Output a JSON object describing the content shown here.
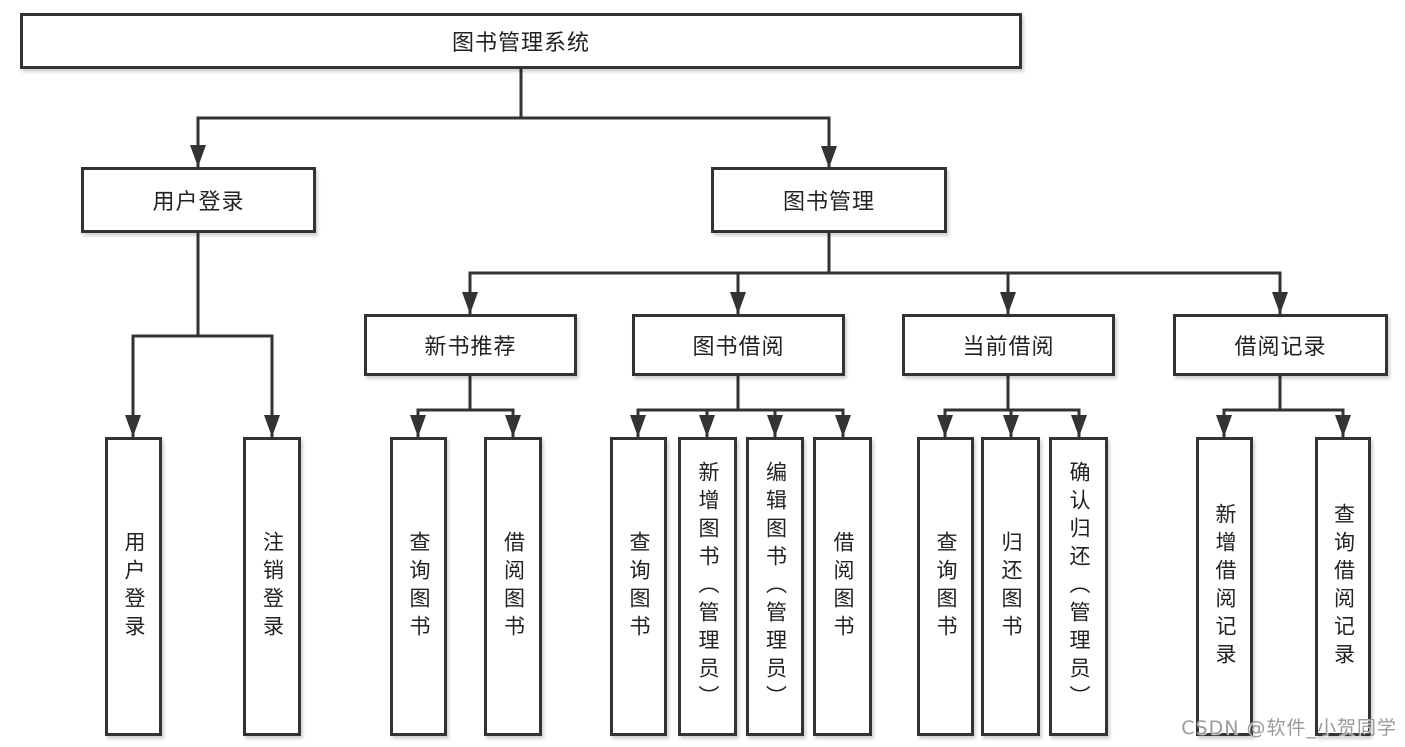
{
  "tree": {
    "root": "图书管理系统",
    "branches": [
      {
        "label": "用户登录",
        "children": [
          "用户登录",
          "注销登录"
        ]
      },
      {
        "label": "图书管理",
        "groups": [
          {
            "label": "新书推荐",
            "children": [
              "查询图书",
              "借阅图书"
            ]
          },
          {
            "label": "图书借阅",
            "children": [
              "查询图书",
              "新增图书（管理员）",
              "编辑图书（管理员）",
              "借阅图书"
            ]
          },
          {
            "label": "当前借阅",
            "children": [
              "查询图书",
              "归还图书",
              "确认归还（管理员）"
            ]
          },
          {
            "label": "借阅记录",
            "children": [
              "新增借阅记录",
              "查询借阅记录"
            ]
          }
        ]
      }
    ]
  },
  "watermark": {
    "text": "CSDN @软件_小贺同学"
  },
  "colors": {
    "line": "#333333",
    "box_border": "#333333",
    "text": "#222222",
    "watermark_text": "#9a9a9a",
    "background": "#ffffff"
  }
}
